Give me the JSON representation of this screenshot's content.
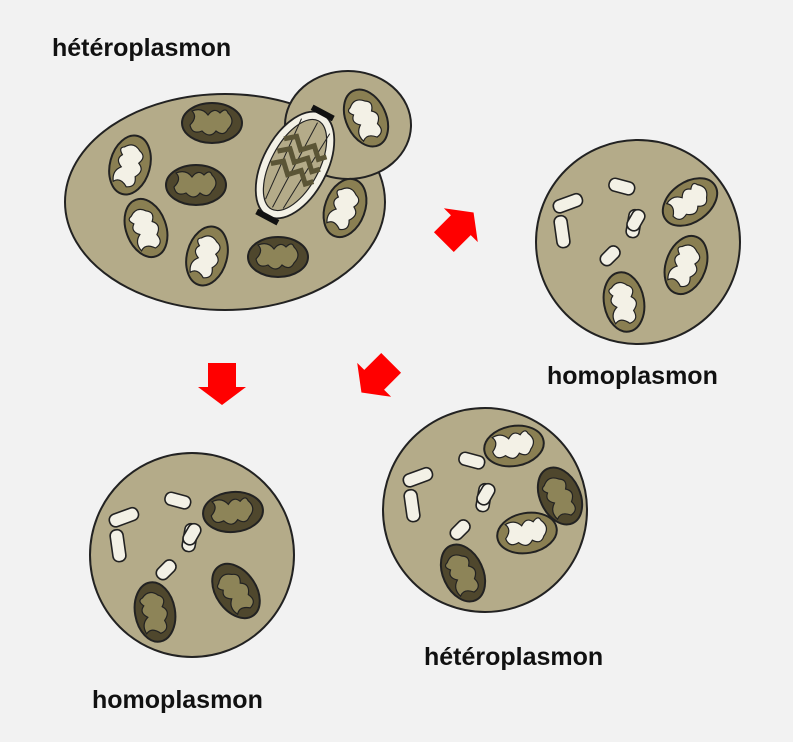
{
  "labels": {
    "top_parent": "hétéroplasmon",
    "right_daughter": "homoplasmon",
    "bottom_left_daughter": "homoplasmon",
    "bottom_right_daughter": "hétéroplasmon"
  },
  "colors": {
    "background": "#f2f2f2",
    "cytoplasm": "#b4ab89",
    "outline": "#222222",
    "mito_light": "#8a7f52",
    "mito_dark": "#4f472d",
    "cristae": "#f3f1e6",
    "plastid": "#f3f1e6",
    "arrow": "#ff0000"
  },
  "icons": [
    "mitochondrion-light-icon",
    "mitochondrion-dark-icon",
    "plastid-icon",
    "dividing-nucleus-icon",
    "arrow-icon"
  ]
}
